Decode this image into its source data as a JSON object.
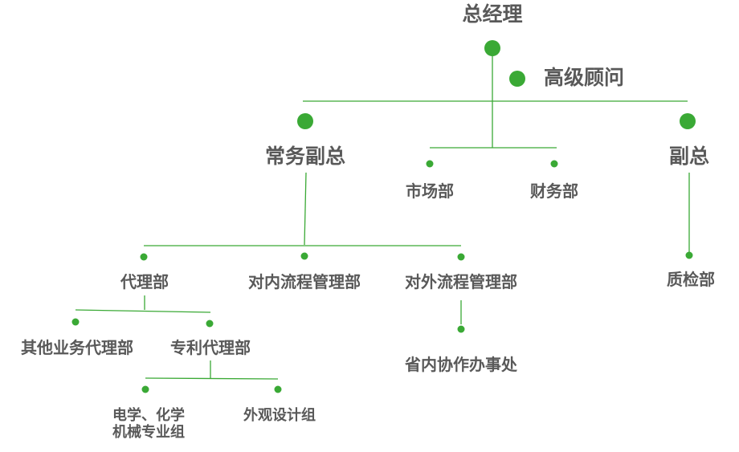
{
  "colors": {
    "line": "#3aa935",
    "node": "#3aa935",
    "text": "#595959",
    "background": "#ffffff"
  },
  "nodes": {
    "ceo": "总经理",
    "advisor": "高级顾问",
    "exec_vp": "常务副总",
    "vp": "副总",
    "market": "市场部",
    "finance": "财务部",
    "agency": "代理部",
    "internal_flow": "对内流程管理部",
    "external_flow": "对外流程管理部",
    "qc": "质检部",
    "other_agency": "其他业务代理部",
    "patent_agency": "专利代理部",
    "provincial_office": "省内协作办事处",
    "ee_chem_mech": "电学、化学\n机械专业组",
    "design_group": "外观设计组"
  }
}
